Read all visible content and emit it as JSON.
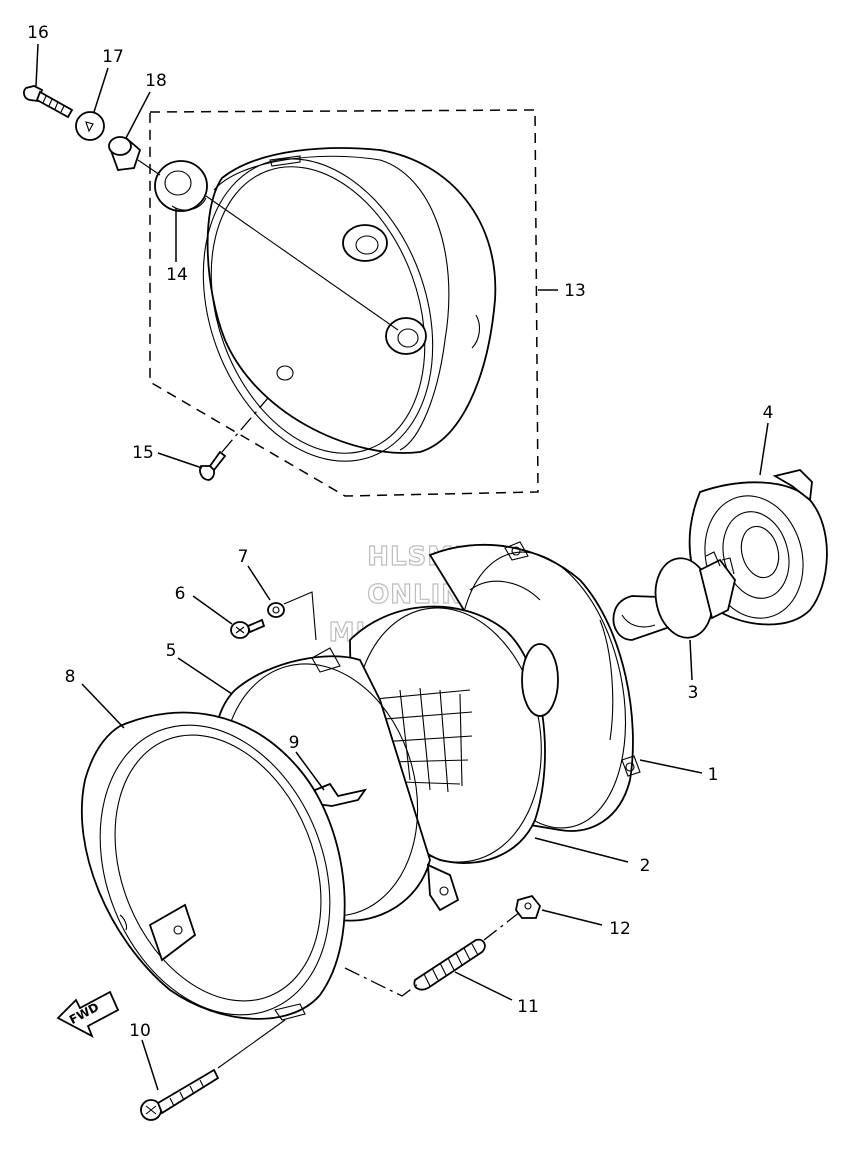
{
  "watermark": {
    "line1": "HLSM'S",
    "line2": "ONLINE",
    "line3": "MICROFICHE"
  },
  "direction_badge": "FWD",
  "callouts": {
    "p1": "1",
    "p2": "2",
    "p3": "3",
    "p4": "4",
    "p5": "5",
    "p6": "6",
    "p7": "7",
    "p8": "8",
    "p9": "9",
    "p10": "10",
    "p11": "11",
    "p12": "12",
    "p13": "13",
    "p14": "14",
    "p15": "15",
    "p16": "16",
    "p17": "17",
    "p18": "18"
  }
}
